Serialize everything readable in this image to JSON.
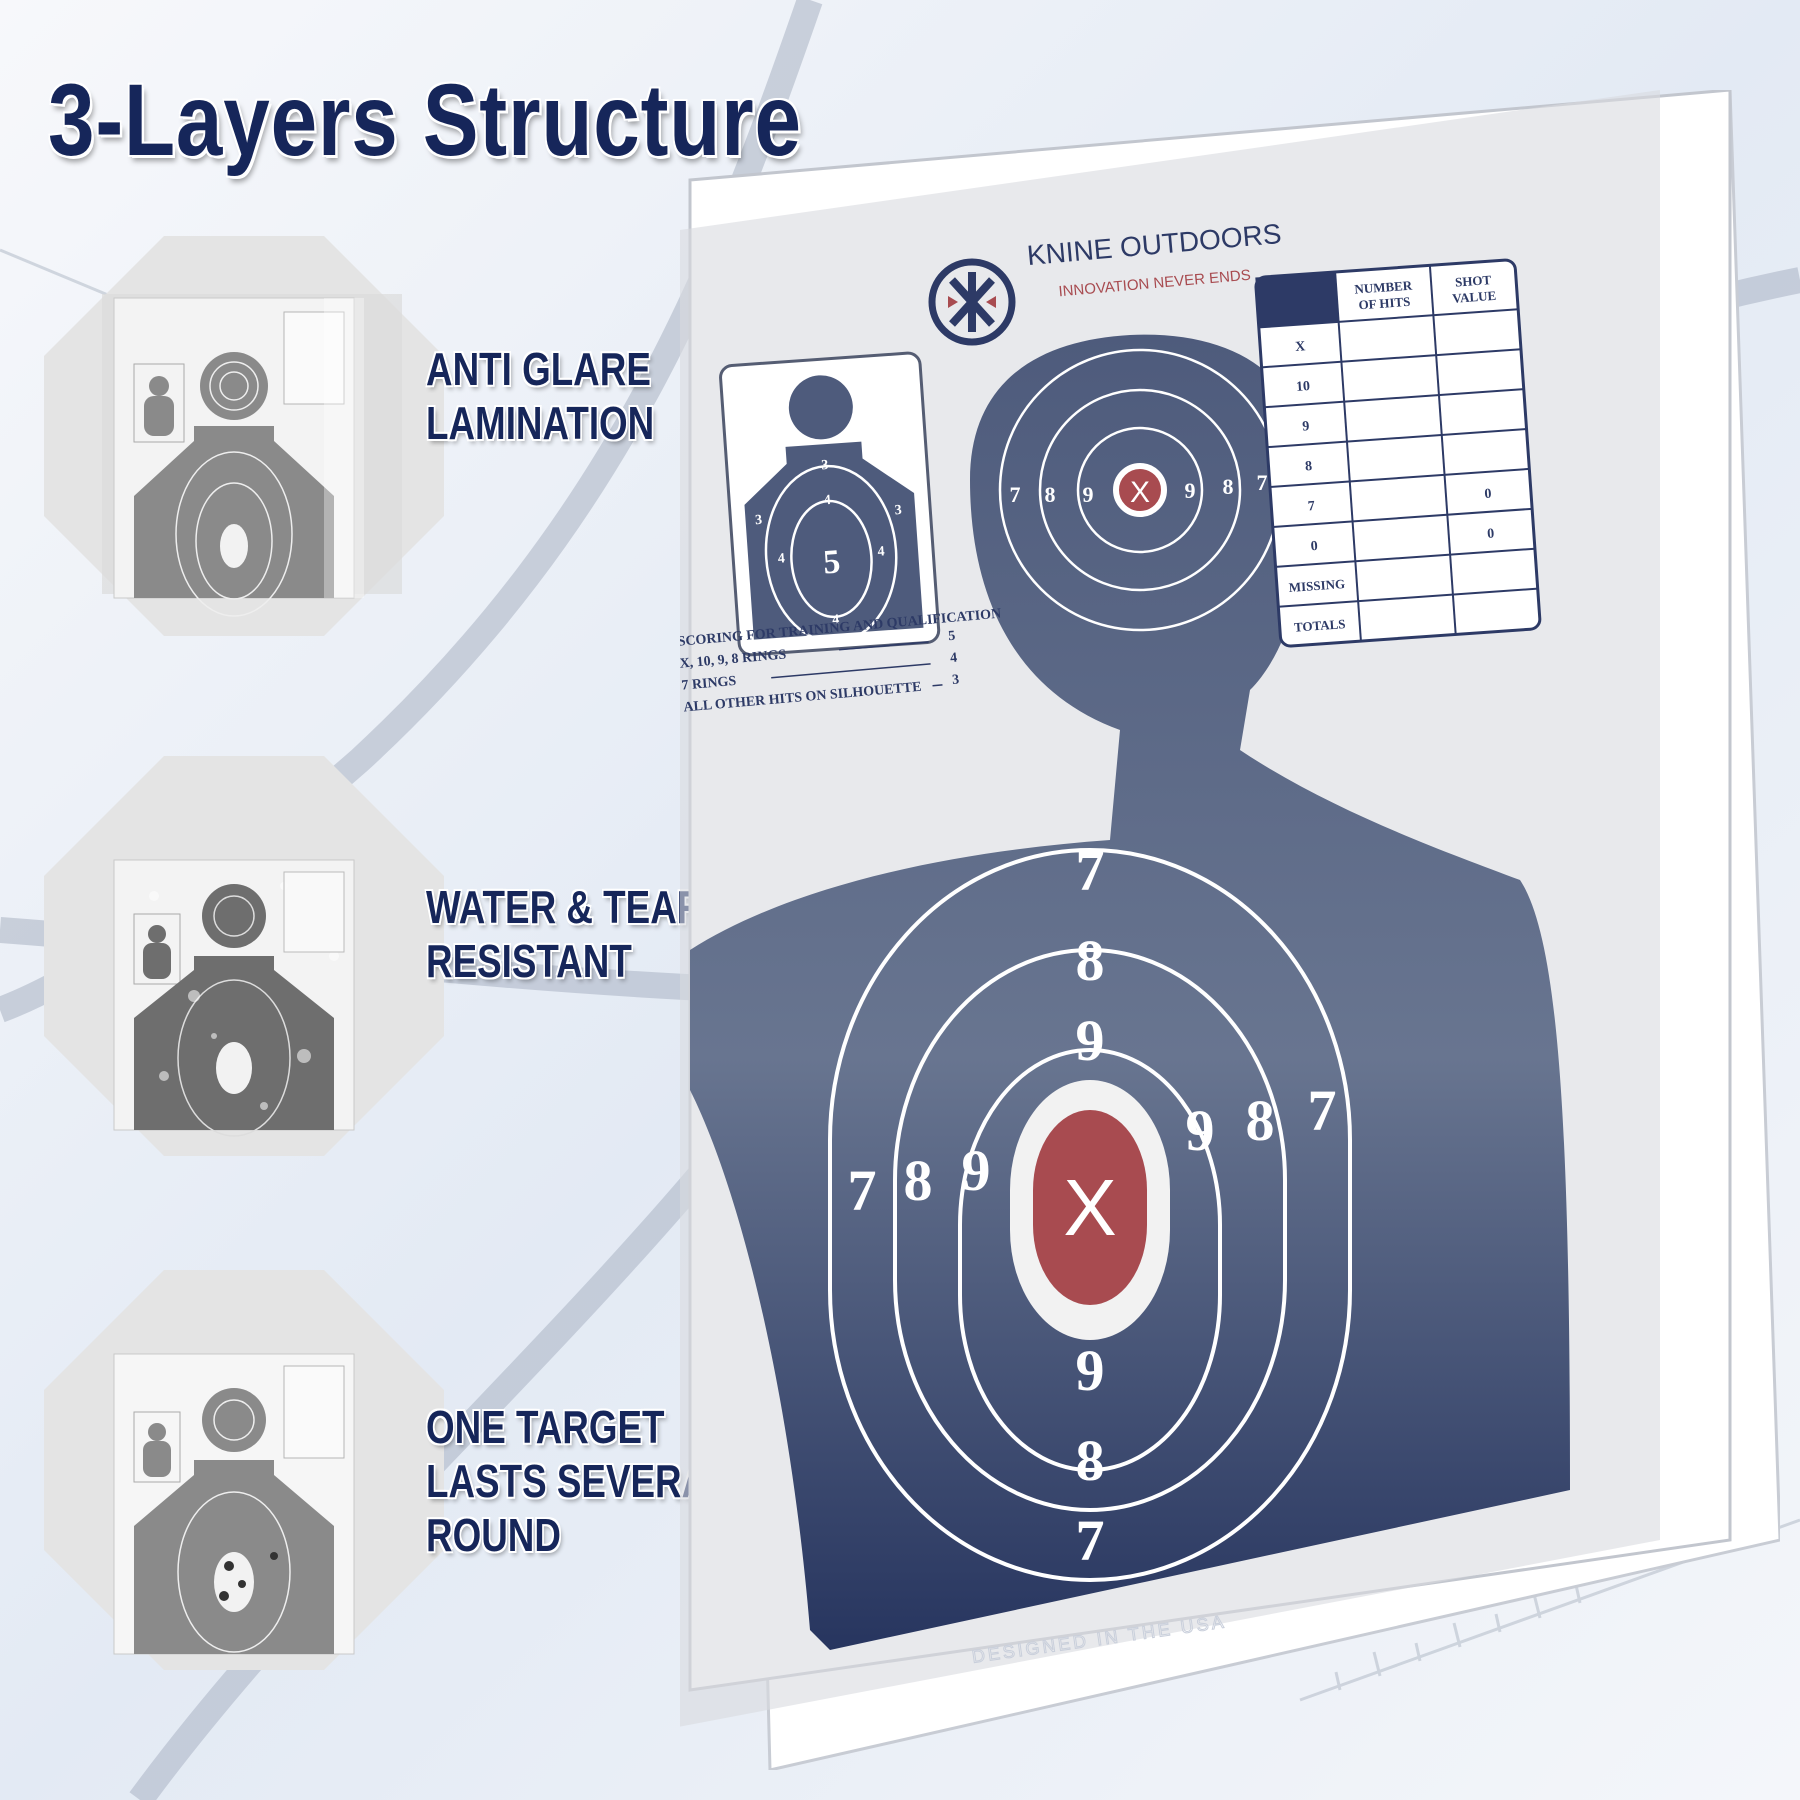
{
  "headline": "3-Layers Structure",
  "features": [
    {
      "line1": "ANTI GLARE",
      "line2": "LAMINATION",
      "line3": ""
    },
    {
      "line1": "WATER & TEAR",
      "line2": "RESISTANT",
      "line3": ""
    },
    {
      "line1": "ONE TARGET",
      "line2": "LASTS SEVERAL",
      "line3": "ROUND"
    }
  ],
  "brand": {
    "name": "KNINE OUTDOORS",
    "tagline": "INNOVATION NEVER ENDS"
  },
  "score_table": {
    "col1": [
      "NUMBER",
      "OF HITS"
    ],
    "col2": [
      "SHOT",
      "VALUE"
    ],
    "rows": [
      {
        "label": "X",
        "value": ""
      },
      {
        "label": "10",
        "value": ""
      },
      {
        "label": "9",
        "value": ""
      },
      {
        "label": "8",
        "value": ""
      },
      {
        "label": "7",
        "value": "0"
      },
      {
        "label": "0",
        "value": "0"
      },
      {
        "label": "MISSING",
        "value": ""
      },
      {
        "label": "TOTALS",
        "value": ""
      }
    ]
  },
  "scoring": {
    "heading": "SCORING FOR TRAINING AND QUALIFICATION",
    "lines": [
      {
        "text": "X, 10, 9, 8 RINGS",
        "points": "5"
      },
      {
        "text": "7 RINGS",
        "points": "4"
      },
      {
        "text": "ALL OTHER HITS ON SILHOUETTE",
        "points": "3"
      }
    ]
  },
  "mini_target": {
    "center": "5",
    "ring4": "4",
    "ring3": "3"
  },
  "head_ring_labels": [
    "7",
    "8",
    "9",
    "9",
    "8",
    "7"
  ],
  "head_center": "X",
  "body_labels": {
    "r7": "7",
    "r8": "8",
    "r9": "9",
    "center": "X"
  },
  "footer": "DESIGNED IN THE USA",
  "colors": {
    "navy": "#16265a",
    "silhouette": "#5e6e8e",
    "red": "#a84b50"
  }
}
